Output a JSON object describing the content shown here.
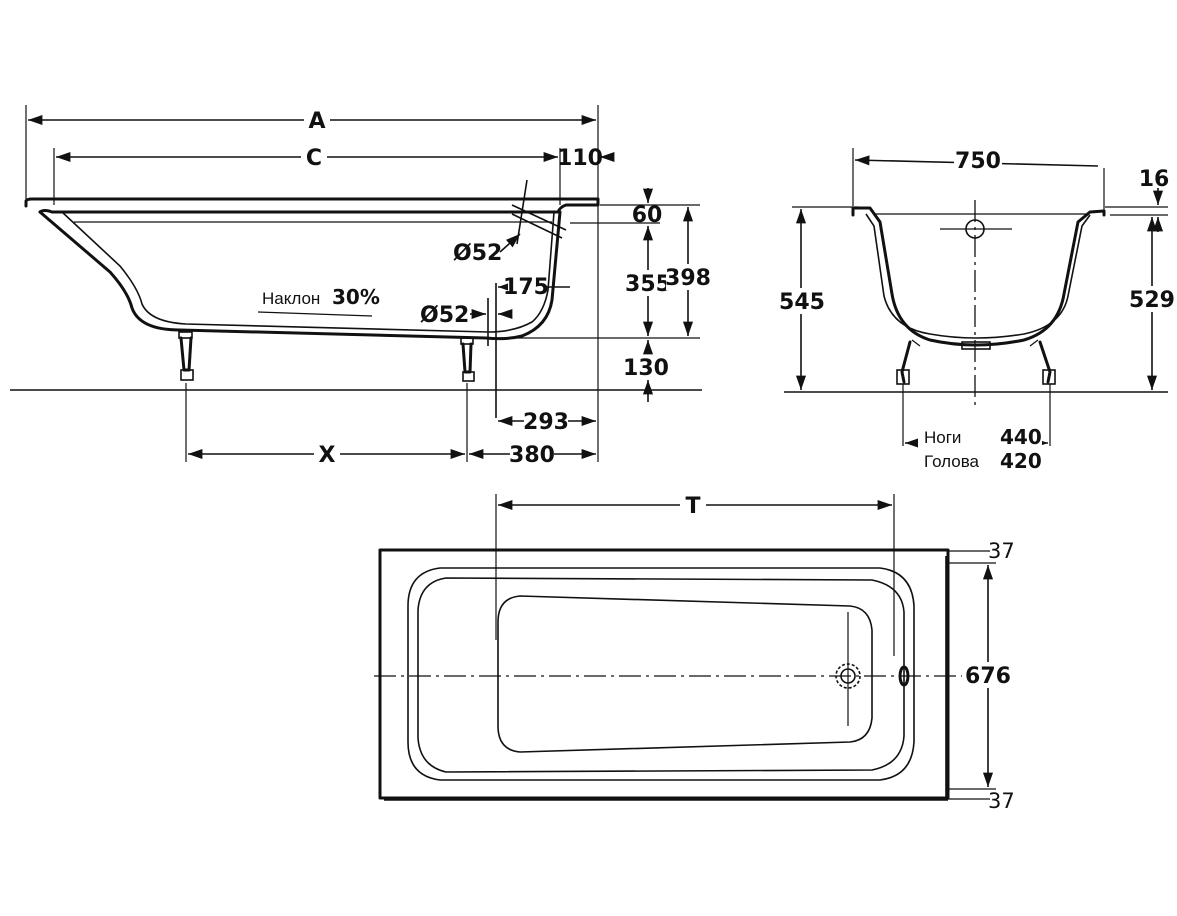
{
  "dimensions": {
    "a": "A",
    "c": "C",
    "d110": "110",
    "d60": "60",
    "d52_top": "Ø52",
    "d52_bottom": "Ø52",
    "d175": "175",
    "d355": "355",
    "d398": "398",
    "d130": "130",
    "d293": "293",
    "x": "X",
    "d380": "380",
    "d750": "750",
    "d16": "16",
    "d545": "545",
    "d529": "529",
    "t": "T",
    "d37_top": "37",
    "d676": "676",
    "d37_bottom": "37"
  },
  "annotations": {
    "slope_label": "Наклон",
    "slope_value": "30%",
    "legs_label": "Ноги",
    "legs_value": "440",
    "head_label": "Голова",
    "head_value": "420"
  }
}
